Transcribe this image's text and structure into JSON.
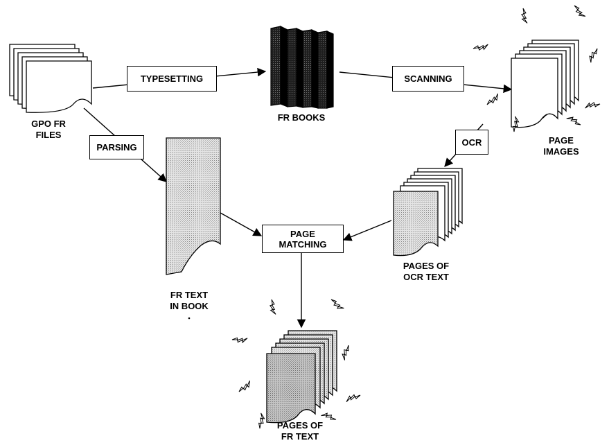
{
  "nodes": {
    "gpo_files": {
      "line1": "GPO FR",
      "line2": "FILES"
    },
    "fr_books": {
      "label": "FR BOOKS"
    },
    "page_images": {
      "line1": "PAGE",
      "line2": "IMAGES"
    },
    "fr_text_in_book": {
      "line1": "FR TEXT",
      "line2": "IN BOOK"
    },
    "pages_ocr_text": {
      "line1": "PAGES OF",
      "line2": "OCR TEXT"
    },
    "pages_fr_text": {
      "line1": "PAGES OF",
      "line2": "FR TEXT"
    }
  },
  "processes": {
    "typesetting": "TYPESETTING",
    "scanning": "SCANNING",
    "parsing": "PARSING",
    "ocr": "OCR",
    "page_matching": {
      "line1": "PAGE",
      "line2": "MATCHING"
    }
  }
}
